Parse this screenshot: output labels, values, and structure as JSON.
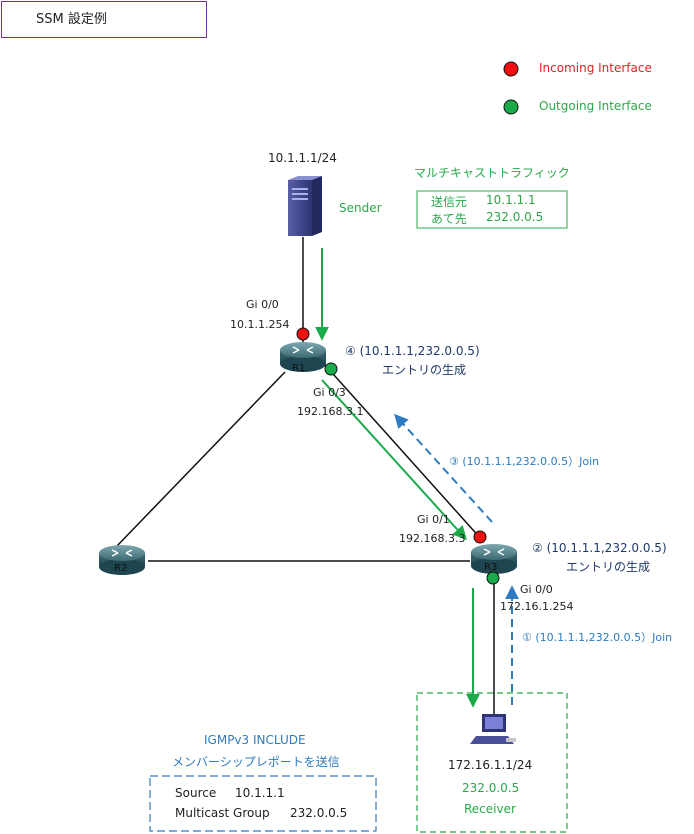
{
  "title": "SSM 設定例",
  "legend": {
    "incoming": "Incoming Interface",
    "outgoing": "Outgoing Interface",
    "incoming_color": "#ee1111",
    "outgoing_color": "#1aaa4a"
  },
  "sender": {
    "ip": "10.1.1.1/24",
    "label": "Sender"
  },
  "traffic_box": {
    "heading": "マルチキャストトラフィック",
    "row1_key": "送信元",
    "row1_val": "10.1.1.1",
    "row2_key": "あて先",
    "row2_val": "232.0.0.5"
  },
  "r1": {
    "name": "R1",
    "gi00_if": "Gi 0/0",
    "gi00_ip": "10.1.1.254",
    "gi03_if": "Gi 0/3",
    "gi03_ip": "192.168.3.1",
    "entry_line1": "④ (10.1.1.1,232.0.0.5)",
    "entry_line2": "エントリの生成"
  },
  "r2": {
    "name": "R2"
  },
  "r3": {
    "name": "R3",
    "gi01_if": "Gi 0/1",
    "gi01_ip": "192.168.3.3",
    "gi00_if": "Gi 0/0",
    "gi00_ip": "172.16.1.254",
    "entry_line1": "② (10.1.1.1,232.0.0.5)",
    "entry_line2": "エントリの生成"
  },
  "joins": {
    "step3": "③ (10.1.1.1,232.0.0.5）Join",
    "step1": "① (10.1.1.1,232.0.0.5）Join"
  },
  "receiver": {
    "ip": "172.16.1.1/24",
    "group": "232.0.0.5",
    "label": "Receiver"
  },
  "igmp": {
    "line1": "IGMPv3 INCLUDE",
    "line2": "メンバーシップレポートを送信",
    "source_key": "Source",
    "source_val": "10.1.1.1",
    "group_key": "Multicast Group",
    "group_val": "232.0.0.5"
  }
}
